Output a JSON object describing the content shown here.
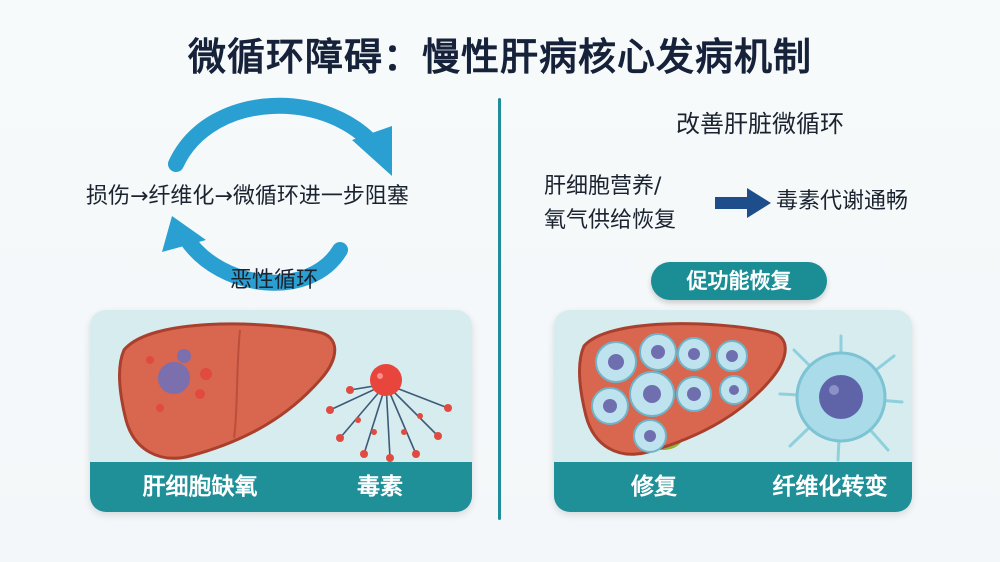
{
  "title": "微循环障碍：慢性肝病核心发病机制",
  "left": {
    "cycle_text": "损伤→纤维化→微循环进一步阻塞",
    "cycle_label": "恶性循环",
    "card_labels": [
      "肝细胞缺氧",
      "毒素"
    ]
  },
  "right": {
    "heading": "改善肝脏微循环",
    "source_lines": [
      "肝细胞营养/",
      "氧气供给恢复"
    ],
    "target_text": "毒素代谢通畅",
    "pill_label": "促功能恢复",
    "card_labels": [
      "修复",
      "纤维化转变"
    ]
  },
  "colors": {
    "teal": "#1f8f98",
    "arrow_blue": "#2a9fd1",
    "liver": "#d9664e",
    "gallbladder": "#8fb33a",
    "cell": "#bfe3ee",
    "nucleus": "#6f6fb0"
  },
  "icons": [
    "cycle-arrow-icon",
    "right-arrow-icon",
    "liver-icon",
    "toxin-molecule-icon",
    "healthy-liver-icon",
    "cell-icon"
  ]
}
